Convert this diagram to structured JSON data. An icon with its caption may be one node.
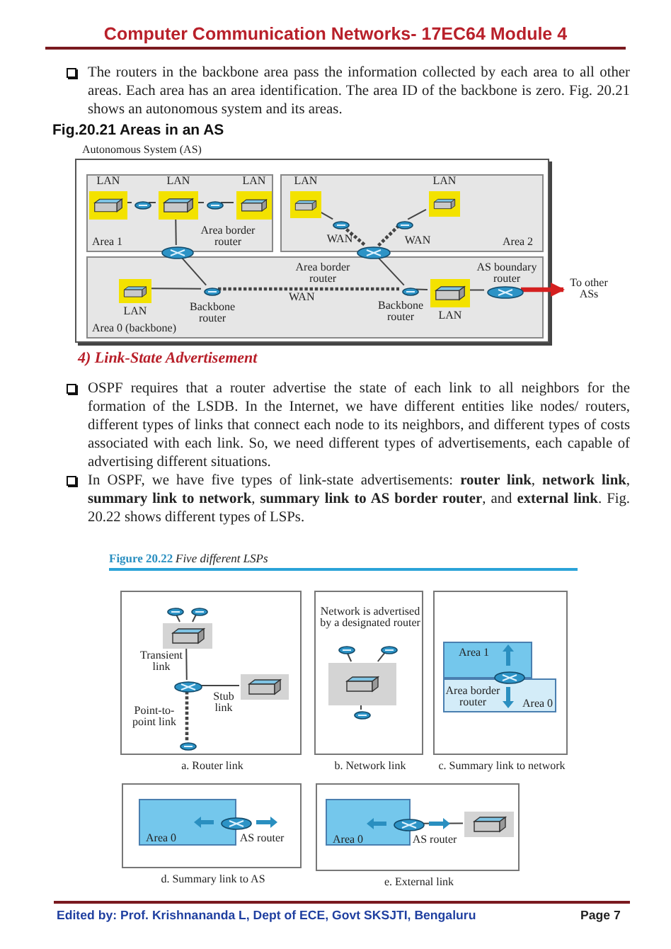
{
  "diagram": {
    "title": "Computer Communication Networks- 17EC64 Module 4",
    "nodes": [
      {
        "text": [
          "Autonomous System (AS)"
        ]
      },
      {
        "text": [
          "Area 1"
        ],
        "in": 0
      },
      {
        "text": [
          "Area 2"
        ],
        "in": 0
      },
      {
        "text": [
          "Area 0 (backbone)"
        ],
        "in": 0
      },
      {
        "text": [
          "LAN"
        ],
        "in": 1
      },
      {
        "text": [],
        "shape": "circle",
        "in": 1
      },
      {
        "text": [
          "LAN"
        ],
        "in": 1
      },
      {
        "text": [],
        "shape": "circle",
        "in": 1
      },
      {
        "text": [
          "LAN"
        ],
        "in": 1
      },
      {
        "text": [],
        "shape": "circle",
        "in": 0,
        "beside": [
          "Area border router"
        ]
      },
      {
        "text": [
          "LAN"
        ],
        "in": 2
      },
      {
        "text": [],
        "shape": "circle",
        "in": 2,
        "beside": [
          "WAN"
        ]
      },
      {
        "text": [],
        "shape": "circle",
        "in": 2,
        "beside": [
          "WAN"
        ]
      },
      {
        "text": [
          "LAN"
        ],
        "in": 2
      },
      {
        "text": [],
        "shape": "circle",
        "in": 0,
        "beside": [
          "Area border router"
        ]
      },
      {
        "text": [
          "LAN"
        ],
        "in": 3
      },
      {
        "text": [],
        "shape": "circle",
        "in": 3,
        "beside": [
          "Backbone router"
        ]
      },
      {
        "text": [],
        "shape": "circle",
        "in": 3,
        "beside": [
          "Backbone router"
        ]
      },
      {
        "text": [
          "LAN"
        ],
        "in": 3
      },
      {
        "text": [],
        "shape": "circle",
        "in": 3,
        "beside": [
          "AS boundary router"
        ]
      },
      {
        "text": [
          "To other ASs"
        ]
      },
      {
        "text": [
          "a. Router link"
        ]
      },
      {
        "text": [],
        "shape": "circle",
        "in": 21
      },
      {
        "text": [],
        "shape": "circle",
        "in": 21
      },
      {
        "text": [],
        "shape": "box",
        "in": 21
      },
      {
        "text": [],
        "shape": "circle",
        "in": 21
      },
      {
        "text": [],
        "shape": "box",
        "in": 21
      },
      {
        "text": [],
        "shape": "circle",
        "in": 21
      },
      {
        "text": [
          "Network is advertised by a designated router",
          "b. Network link"
        ]
      },
      {
        "text": [],
        "shape": "circle",
        "in": 28
      },
      {
        "text": [],
        "shape": "circle",
        "in": 28
      },
      {
        "text": [],
        "shape": "box",
        "in": 28
      },
      {
        "text": [],
        "shape": "circle",
        "in": 28
      },
      {
        "text": [
          "c. Summary link to network"
        ]
      },
      {
        "text": [
          "Area 1"
        ],
        "in": 33
      },
      {
        "text": [
          "Area 0"
        ],
        "in": 33
      },
      {
        "text": [],
        "shape": "circle",
        "in": 33
      },
      {
        "text": [
          "d. Summary link to AS"
        ]
      },
      {
        "text": [
          "Area 0"
        ],
        "in": 37
      },
      {
        "text": [],
        "shape": "circle",
        "in": 37,
        "beside": [
          "AS router"
        ]
      },
      {
        "text": [
          "e. External link"
        ]
      },
      {
        "text": [
          "Area 0"
        ],
        "in": 40
      },
      {
        "text": [],
        "shape": "circle",
        "in": 40,
        "beside": [
          "AS router"
        ]
      },
      {
        "text": [],
        "shape": "box",
        "in": 40
      }
    ],
    "edges": [
      {
        "from": 4,
        "to": 5,
        "arrow": "none"
      },
      {
        "from": 5,
        "to": 6,
        "arrow": "none"
      },
      {
        "from": 6,
        "to": 7,
        "arrow": "none"
      },
      {
        "from": 7,
        "to": 8,
        "arrow": "none"
      },
      {
        "from": 6,
        "to": 9,
        "arrow": "none"
      },
      {
        "from": 9,
        "to": 16,
        "arrow": "none"
      },
      {
        "from": 15,
        "to": 16,
        "arrow": "none"
      },
      {
        "from": 16,
        "to": 17,
        "arrow": "none",
        "style": "dashed",
        "label": "WAN"
      },
      {
        "from": 17,
        "to": 14,
        "arrow": "none"
      },
      {
        "from": 10,
        "to": 11,
        "arrow": "none"
      },
      {
        "from": 11,
        "to": 14,
        "arrow": "none",
        "style": "dashed"
      },
      {
        "from": 14,
        "to": 12,
        "arrow": "none",
        "style": "dashed"
      },
      {
        "from": 12,
        "to": 13,
        "arrow": "none"
      },
      {
        "from": 17,
        "to": 18,
        "arrow": "none"
      },
      {
        "from": 18,
        "to": 19,
        "arrow": "none"
      },
      {
        "from": 19,
        "to": 20,
        "arrow": "to",
        "style": "thick",
        "color": "#d42020"
      },
      {
        "from": 22,
        "to": 24,
        "arrow": "none"
      },
      {
        "from": 23,
        "to": 24,
        "arrow": "none"
      },
      {
        "from": 24,
        "to": 25,
        "arrow": "none",
        "label": "Transient link"
      },
      {
        "from": 25,
        "to": 26,
        "arrow": "none",
        "label": "Stub link"
      },
      {
        "from": 25,
        "to": 27,
        "arrow": "none",
        "style": "dashed",
        "label": "Point-to-point link"
      },
      {
        "from": 29,
        "to": 31,
        "arrow": "none"
      },
      {
        "from": 30,
        "to": 31,
        "arrow": "none"
      },
      {
        "from": 31,
        "to": 32,
        "arrow": "none"
      },
      {
        "from": 42,
        "to": 43,
        "arrow": "none"
      }
    ],
    "labels": [
      "The routers in the backbone area pass the information collected by each area to all other areas. Each area has an area identification. The area ID of the backbone is zero. Fig. 20.21 shows an autonomous system and its areas.",
      "Fig.20.21  Areas in an AS",
      "4) Link-State Advertisement",
      "OSPF requires that a router advertise the state of each link to all neighbors for the formation of the LSDB. In the Internet, we have different entities like nodes/ routers, different types of links that connect each node to its neighbors, and different types of costs associated with each link. So, we need different types of advertisements, each capable of advertising different situations.",
      "In OSPF, we have five types of link-state advertisements: **router link**, **network link**, **summary link to network**, **summary link to AS border router**, and **external link**. Fig. 20.22 shows different types of LSPs.",
      "Figure 20.22",
      "Five different LSPs",
      "Edited by: Prof. Krishnananda L, Dept of ECE, Govt SKSJTI, Bengaluru",
      "Page 7",
      "Area border router"
    ]
  }
}
